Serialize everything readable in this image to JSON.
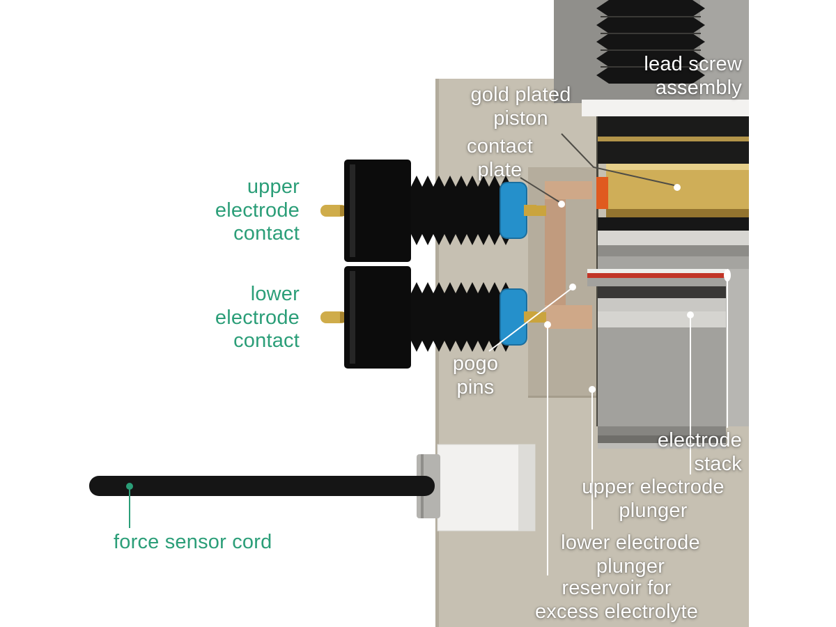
{
  "labels": {
    "lead_screw_assembly": "lead screw\nassembly",
    "gold_plated_piston": "gold plated\npiston",
    "contact_plate": "contact\nplate",
    "upper_electrode_contact": "upper\nelectrode\ncontact",
    "lower_electrode_contact": "lower\nelectrode\ncontact",
    "pogo_pins": "pogo\npins",
    "electrode_stack": "electrode\nstack",
    "upper_electrode_plunger": "upper electrode\nplunger",
    "lower_electrode_plunger": "lower electrode\nplunger",
    "reservoir_excess_electrolyte": "reservoir for\nexcess electrolyte",
    "force_sensor_cord": "force sensor cord"
  },
  "colors": {
    "label_green": "#2b9e78",
    "label_white": "#ffffff",
    "gold_piston": "#cfae58",
    "gold_pin": "#cfac4a",
    "accent_blue": "#2590cb",
    "stack_red": "#c23527",
    "orange_marker": "#e05a1f",
    "housing_beige": "#c6c0b2",
    "machine_gray": "#908f8b",
    "part_black": "#141414"
  }
}
